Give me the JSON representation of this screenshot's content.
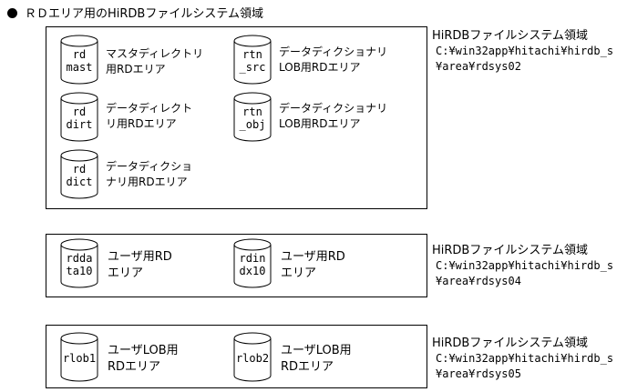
{
  "title": "ＲＤエリア用のHiRDBファイルシステム領域",
  "groups": [
    {
      "cylinders": [
        {
          "line1": "rd",
          "line2": "mast",
          "desc1": "マスタディレクトリ",
          "desc2": "用RDエリア"
        },
        {
          "line1": "rtn",
          "line2": "_src",
          "desc1": "データディクショナリ",
          "desc2": "LOB用RDエリア"
        },
        {
          "line1": "rd",
          "line2": "dirt",
          "desc1": "データディレクト",
          "desc2": "リ用RDエリア"
        },
        {
          "line1": "rtn",
          "line2": "_obj",
          "desc1": "データディクショナリ",
          "desc2": "LOB用RDエリア"
        },
        {
          "line1": "rd",
          "line2": "dict",
          "desc1": "データディクショ",
          "desc2": "ナリ用RDエリア"
        }
      ],
      "fs": {
        "title": "HiRDBファイルシステム領域",
        "path1": "C:¥win32app¥hitachi¥hirdb_s",
        "path2": "¥area¥rdsys02"
      }
    },
    {
      "cylinders": [
        {
          "line1": "rdda",
          "line2": "ta10",
          "desc1": "ユーザ用RD",
          "desc2": "エリア"
        },
        {
          "line1": "rdin",
          "line2": "dx10",
          "desc1": "ユーザ用RD",
          "desc2": "エリア"
        }
      ],
      "fs": {
        "title": "HiRDBファイルシステム領域",
        "path1": "C:¥win32app¥hitachi¥hirdb_s",
        "path2": "¥area¥rdsys04"
      }
    },
    {
      "cylinders": [
        {
          "line1": "rlob1",
          "line2": "",
          "desc1": "ユーザLOB用",
          "desc2": "RDエリア"
        },
        {
          "line1": "rlob2",
          "line2": "",
          "desc1": "ユーザLOB用",
          "desc2": "RDエリア"
        }
      ],
      "fs": {
        "title": "HiRDBファイルシステム領域",
        "path1": "C:¥win32app¥hitachi¥hirdb_s",
        "path2": "¥area¥rdsys05"
      }
    }
  ]
}
